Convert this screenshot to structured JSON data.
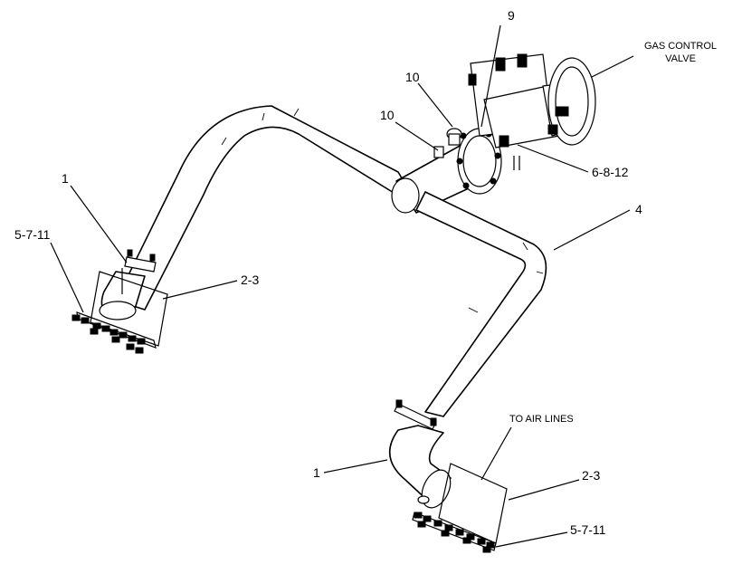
{
  "labels": {
    "l9": "9",
    "l10a": "10",
    "l10b": "10",
    "gas_line1": "GAS CONTROL",
    "gas_line2": "VALVE",
    "l6812": "6-8-12",
    "l1_left": "1",
    "l5711_left": "5-7-11",
    "l23_left": "2-3",
    "l4": "4",
    "to_air": "TO AIR LINES",
    "l1_bottom": "1",
    "l23_bottom": "2-3",
    "l5711_bottom": "5-7-11"
  }
}
